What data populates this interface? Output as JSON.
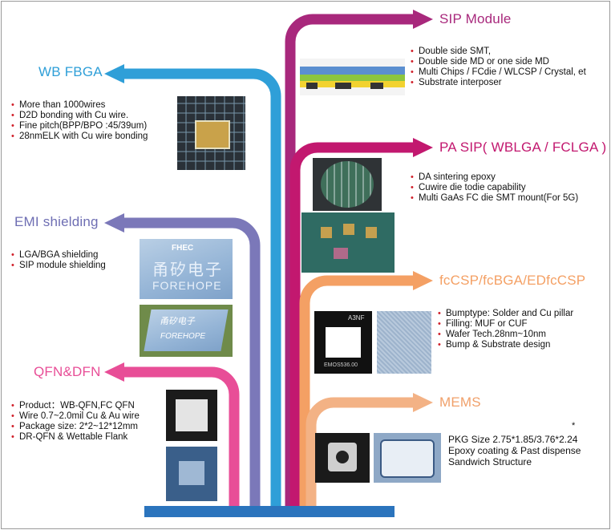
{
  "colors": {
    "sip_module": "#a8287c",
    "pa_sip": "#c2186f",
    "wb_fbga": "#2f9fd8",
    "emi": "#6e6eb3",
    "fccsp": "#f4a064",
    "mems": "#f0a06a",
    "qfn": "#e84e97",
    "base_bar": "#2b74bd"
  },
  "sections": {
    "sip_module": {
      "title": "SIP Module",
      "bullets": [
        "Double side SMT,",
        "Double side MD or one side MD",
        "Multi Chips / FCdie / WLCSP / Crystal, et",
        "Substrate  interposer"
      ]
    },
    "wb_fbga": {
      "title": "WB FBGA",
      "bullets": [
        "More than 1000wires",
        "D2D bonding with Cu wire.",
        "Fine pitch(BPP/BPO :45/39um)",
        "28nmELK with Cu wire bonding"
      ]
    },
    "pa_sip": {
      "title": "PA SIP( WBLGA / FCLGA )",
      "bullets": [
        "DA sintering epoxy",
        "Cuwire die todie capability",
        "Multi GaAs FC die SMT mount(For 5G)"
      ]
    },
    "emi": {
      "title": "EMI shielding",
      "bullets": [
        "LGA/BGA shielding",
        "SIP module shielding"
      ],
      "pkg_logo": "FHEC",
      "pkg_cn": "甬矽电子",
      "pkg_en": "FOREHOPE"
    },
    "fccsp": {
      "title": "fcCSP/fcBGA/EDfcCSP",
      "bullets": [
        "Bumptype: Solder and Cu pillar",
        "Filling:  MUF or CUF",
        "Wafer Tech.28nm~10nm",
        "Bump & Substrate design"
      ],
      "chip_top": "A3NF",
      "chip_bottom": "EMOS536.00"
    },
    "mems": {
      "title": "MEMS",
      "asterisk": "*",
      "lines": [
        "PKG Size 2.75*1.85/3.76*2.24",
        "Epoxy coating & Past dispense",
        "Sandwich Structure"
      ]
    },
    "qfn": {
      "title": "QFN&DFN",
      "bullets": [
        "Product：WB-QFN,FC QFN",
        "Wire 0.7~2.0mil Cu & Au wire",
        "Package size:  2*2~12*12mm",
        "DR-QFN & Wettable Flank"
      ]
    }
  }
}
